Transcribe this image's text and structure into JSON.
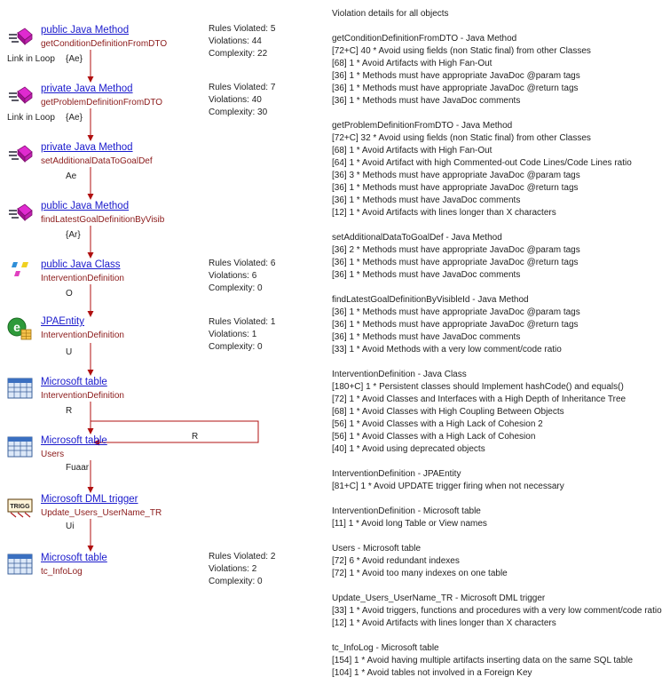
{
  "nodes": [
    {
      "kind": "public Java Method",
      "name": "getConditionDefinitionFromDTO",
      "icon": "java-method-icon",
      "stats": {
        "rules": "Rules Violated: 5",
        "violations": "Violations: 44",
        "complexity": "Complexity: 22"
      }
    },
    {
      "kind": "private Java Method",
      "name": "getProblemDefinitionFromDTO",
      "icon": "java-method-icon",
      "stats": {
        "rules": "Rules Violated: 7",
        "violations": "Violations: 40",
        "complexity": "Complexity: 30"
      }
    },
    {
      "kind": "private Java Method",
      "name": "setAdditionalDataToGoalDef",
      "icon": "java-method-icon"
    },
    {
      "kind": "public Java Method",
      "name": "findLatestGoalDefinitionByVisib",
      "icon": "java-method-icon"
    },
    {
      "kind": "public Java Class",
      "name": "InterventionDefinition",
      "icon": "java-class-icon",
      "stats": {
        "rules": "Rules Violated: 6",
        "violations": "Violations: 6",
        "complexity": "Complexity: 0"
      }
    },
    {
      "kind": "JPAEntity",
      "name": "InterventionDefinition",
      "icon": "jpa-entity-icon",
      "stats": {
        "rules": "Rules Violated: 1",
        "violations": "Violations: 1",
        "complexity": "Complexity: 0"
      }
    },
    {
      "kind": "Microsoft table",
      "name": "InterventionDefinition",
      "icon": "table-icon"
    },
    {
      "kind": "Microsoft table",
      "name": "Users",
      "icon": "table-icon"
    },
    {
      "kind": "Microsoft DML trigger",
      "name": "Update_Users_UserName_TR",
      "icon": "trigger-icon",
      "icon_text": "TRIGG"
    },
    {
      "kind": "Microsoft table",
      "name": "tc_InfoLog",
      "icon": "table-icon",
      "stats": {
        "rules": "Rules Violated: 2",
        "violations": "Violations: 2",
        "complexity": "Complexity: 0"
      }
    }
  ],
  "links": {
    "l1_loop": "Link in Loop",
    "l1_type": "{Ae}",
    "l2_loop": "Link in Loop",
    "l2_type": "{Ae}",
    "l3": "Ae",
    "l4": "{Ar}",
    "l5": "O",
    "l6": "U",
    "l7": "R",
    "l7_side": "R",
    "l8": "Fuaar",
    "l9": "Ui"
  },
  "details": {
    "title": "Violation details for all objects",
    "sections": [
      {
        "header": "getConditionDefinitionFromDTO - Java Method",
        "lines": [
          "[72+C] 40 * Avoid using fields (non Static final) from other Classes",
          "[68] 1 * Avoid Artifacts with High Fan-Out",
          "[36] 1 * Methods must have appropriate JavaDoc @param tags",
          "[36] 1 * Methods must have appropriate JavaDoc @return tags",
          "[36] 1 * Methods must have JavaDoc comments"
        ]
      },
      {
        "header": "getProblemDefinitionFromDTO - Java Method",
        "lines": [
          "[72+C] 32 * Avoid using fields (non Static final) from other Classes",
          "[68] 1 * Avoid Artifacts with High Fan-Out",
          "[64] 1 * Avoid Artifact with high Commented-out Code Lines/Code Lines ratio",
          "[36] 3 * Methods must have appropriate JavaDoc @param tags",
          "[36] 1 * Methods must have appropriate JavaDoc @return tags",
          "[36] 1 * Methods must have JavaDoc comments",
          "[12] 1 * Avoid Artifacts with lines longer than X characters"
        ]
      },
      {
        "header": "setAdditionalDataToGoalDef - Java Method",
        "lines": [
          "[36] 2 * Methods must have appropriate JavaDoc @param tags",
          "[36] 1 * Methods must have appropriate JavaDoc @return tags",
          "[36] 1 * Methods must have JavaDoc comments"
        ]
      },
      {
        "header": "findLatestGoalDefinitionByVisibleId - Java Method",
        "lines": [
          "[36] 1 * Methods must have appropriate JavaDoc @param tags",
          "[36] 1 * Methods must have appropriate JavaDoc @return tags",
          "[36] 1 * Methods must have JavaDoc comments",
          "[33] 1 * Avoid Methods with a very low comment/code ratio"
        ]
      },
      {
        "header": "InterventionDefinition - Java Class",
        "lines": [
          "[180+C] 1 * Persistent classes should Implement hashCode() and equals()",
          "[72] 1 * Avoid Classes and Interfaces with a High Depth of Inheritance Tree",
          "[68] 1 * Avoid Classes with High Coupling Between Objects",
          "[56] 1 * Avoid Classes with a High Lack of Cohesion 2",
          "[56] 1 * Avoid Classes with a High Lack of Cohesion",
          "[40] 1 * Avoid using deprecated objects"
        ]
      },
      {
        "header": "InterventionDefinition - JPAEntity",
        "lines": [
          "[81+C] 1 * Avoid UPDATE trigger firing when not necessary"
        ]
      },
      {
        "header": "InterventionDefinition - Microsoft table",
        "lines": [
          "[11] 1 * Avoid long Table or View names"
        ]
      },
      {
        "header": "Users - Microsoft table",
        "lines": [
          "[72] 6 * Avoid redundant indexes",
          "[72] 1 * Avoid too many indexes on one table"
        ]
      },
      {
        "header": "Update_Users_UserName_TR - Microsoft DML trigger",
        "lines": [
          "[33] 1 * Avoid triggers, functions and procedures with a very low comment/code ratio",
          "[12] 1 * Avoid Artifacts with lines longer than X characters"
        ]
      },
      {
        "header": "tc_InfoLog - Microsoft table",
        "lines": [
          "[154] 1 * Avoid having multiple artifacts inserting data on the same SQL table",
          "[104] 1 * Avoid tables not involved in a Foreign Key"
        ]
      }
    ]
  }
}
